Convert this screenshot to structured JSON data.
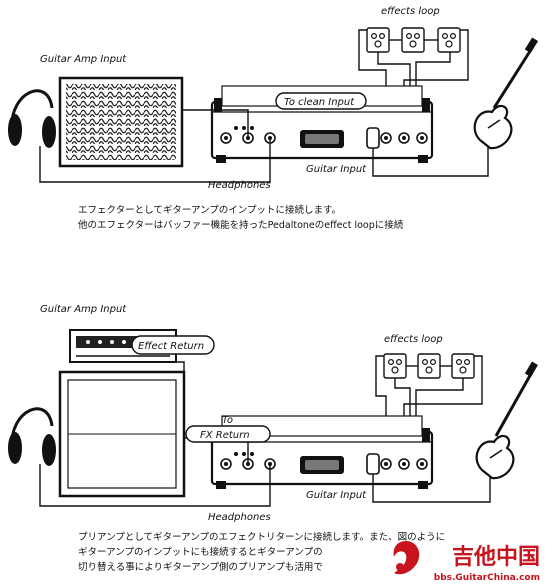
{
  "diagram1": {
    "labels": {
      "effects_loop": "effects loop",
      "guitar_amp_input": "Guitar Amp Input",
      "to_clean_input": "To clean Input",
      "guitar_input": "Guitar Input",
      "headphones": "Headphones"
    },
    "caption": [
      "エフェクターとしてギターアンプのインプットに接続します。",
      "他のエフェクターはバッファー機能を持ったPedaltoneのeffect loopに接続"
    ]
  },
  "diagram2": {
    "labels": {
      "guitar_amp_input": "Guitar Amp Input",
      "effect_return": "Effect Return",
      "effects_loop": "effects loop",
      "to": "To",
      "fx_return": "FX Return",
      "guitar_input": "Guitar Input",
      "headphones": "Headphones"
    },
    "caption": [
      "プリアンプとしてギターアンプのエフェクトリターンに接続します。また、図のように",
      "ギターアンプのインプットにも接続するとギターアンプの",
      "切り替える事によりギターアンプ側のプリアンプも活用で"
    ]
  },
  "watermark": {
    "title": "吉他中国",
    "url": "bbs.GuitarChina.com"
  },
  "colors": {
    "ink": "#111111",
    "watermark": "#c8141c"
  }
}
